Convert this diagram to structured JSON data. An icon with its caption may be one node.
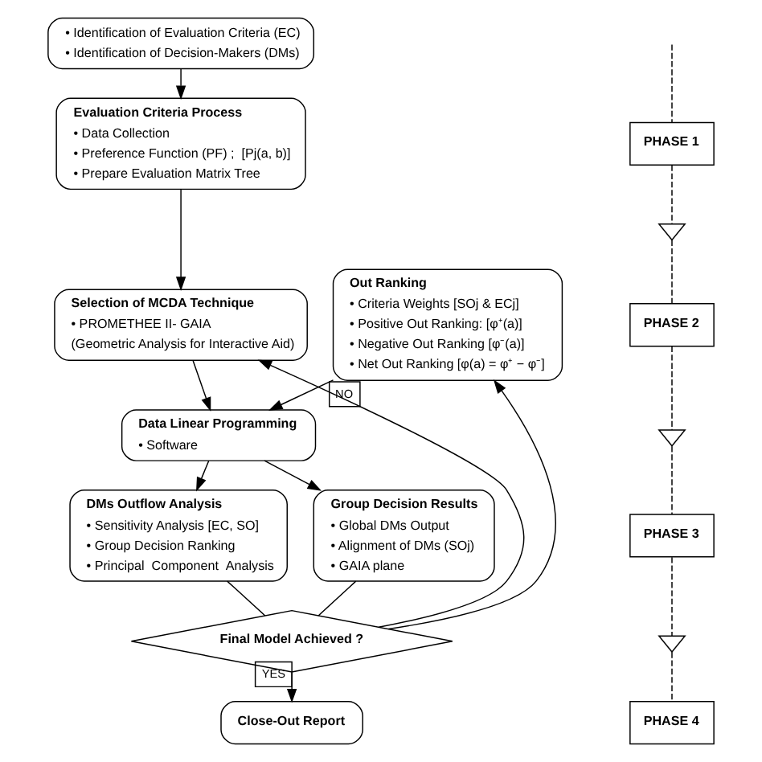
{
  "diagram": {
    "nodes": [
      {
        "text": [
          "• Identification of Evaluation Criteria (EC)",
          "• Identification of Decision-Makers (DMs)"
        ]
      },
      {
        "text": [
          "Evaluation Criteria Process",
          "• Data Collection",
          "• Preference Function (PF) ;  [Pj(a, b)]",
          "• Prepare Evaluation Matrix Tree"
        ]
      },
      {
        "text": [
          "Selection of MCDA Technique",
          "• PROMETHEE II- GAIA",
          "(Geometric Analysis for Interactive Aid)"
        ]
      },
      {
        "text": [
          "Out Ranking",
          "• Criteria Weights [SOj & ECj]",
          "• Positive Out Ranking: [φ⁺(a)]",
          "• Negative Out Ranking [φ⁻(a)]",
          "• Net Out Ranking [φ(a) = φ⁺ − φ⁻]"
        ]
      },
      {
        "text": [
          "Data Linear Programming",
          "• Software"
        ]
      },
      {
        "text": [
          "DMs Outflow Analysis",
          "• Sensitivity Analysis [EC, SO]",
          "• Group Decision Ranking",
          "• Principal  Component  Analysis"
        ]
      },
      {
        "text": [
          "Group Decision Results",
          "• Global DMs Output",
          "• Alignment of DMs (SOj)",
          "• GAIA plane"
        ]
      },
      {
        "text": [
          "Final Model Achieved ?"
        ]
      },
      {
        "text": [
          "Close-Out Report"
        ]
      },
      {
        "text": [
          "PHASE 1"
        ]
      },
      {
        "text": [],
        "shape": "valve"
      },
      {
        "text": [
          "PHASE 2"
        ]
      },
      {
        "text": [],
        "shape": "valve"
      },
      {
        "text": [
          "PHASE 3"
        ]
      },
      {
        "text": [],
        "shape": "valve"
      },
      {
        "text": [
          "PHASE 4"
        ]
      }
    ],
    "edges": [
      {
        "from": 0,
        "to": 1,
        "arrow": "to"
      },
      {
        "from": 1,
        "to": 2,
        "arrow": "to"
      },
      {
        "from": 7,
        "to": 2,
        "arrow": "to",
        "label": "NO"
      },
      {
        "from": 7,
        "to": 3,
        "arrow": "to"
      },
      {
        "from": 2,
        "to": 4,
        "arrow": "to"
      },
      {
        "from": 3,
        "to": 4,
        "arrow": "to"
      },
      {
        "from": 4,
        "to": 5,
        "arrow": "to"
      },
      {
        "from": 4,
        "to": 6,
        "arrow": "to"
      },
      {
        "from": 5,
        "to": 7,
        "arrow": "none"
      },
      {
        "from": 6,
        "to": 7,
        "arrow": "none"
      },
      {
        "from": 7,
        "to": 8,
        "arrow": "to",
        "label": "YES"
      },
      {
        "from": null,
        "to": 9,
        "arrow": "none",
        "style": "dashed"
      },
      {
        "from": 9,
        "to": 10,
        "arrow": "none",
        "style": "dashed"
      },
      {
        "from": 10,
        "to": 11,
        "arrow": "none",
        "style": "dashed"
      },
      {
        "from": 11,
        "to": 12,
        "arrow": "none",
        "style": "dashed"
      },
      {
        "from": 12,
        "to": 13,
        "arrow": "none",
        "style": "dashed"
      },
      {
        "from": 13,
        "to": 14,
        "arrow": "none",
        "style": "dashed"
      },
      {
        "from": 14,
        "to": 15,
        "arrow": "none",
        "style": "dashed"
      }
    ]
  }
}
